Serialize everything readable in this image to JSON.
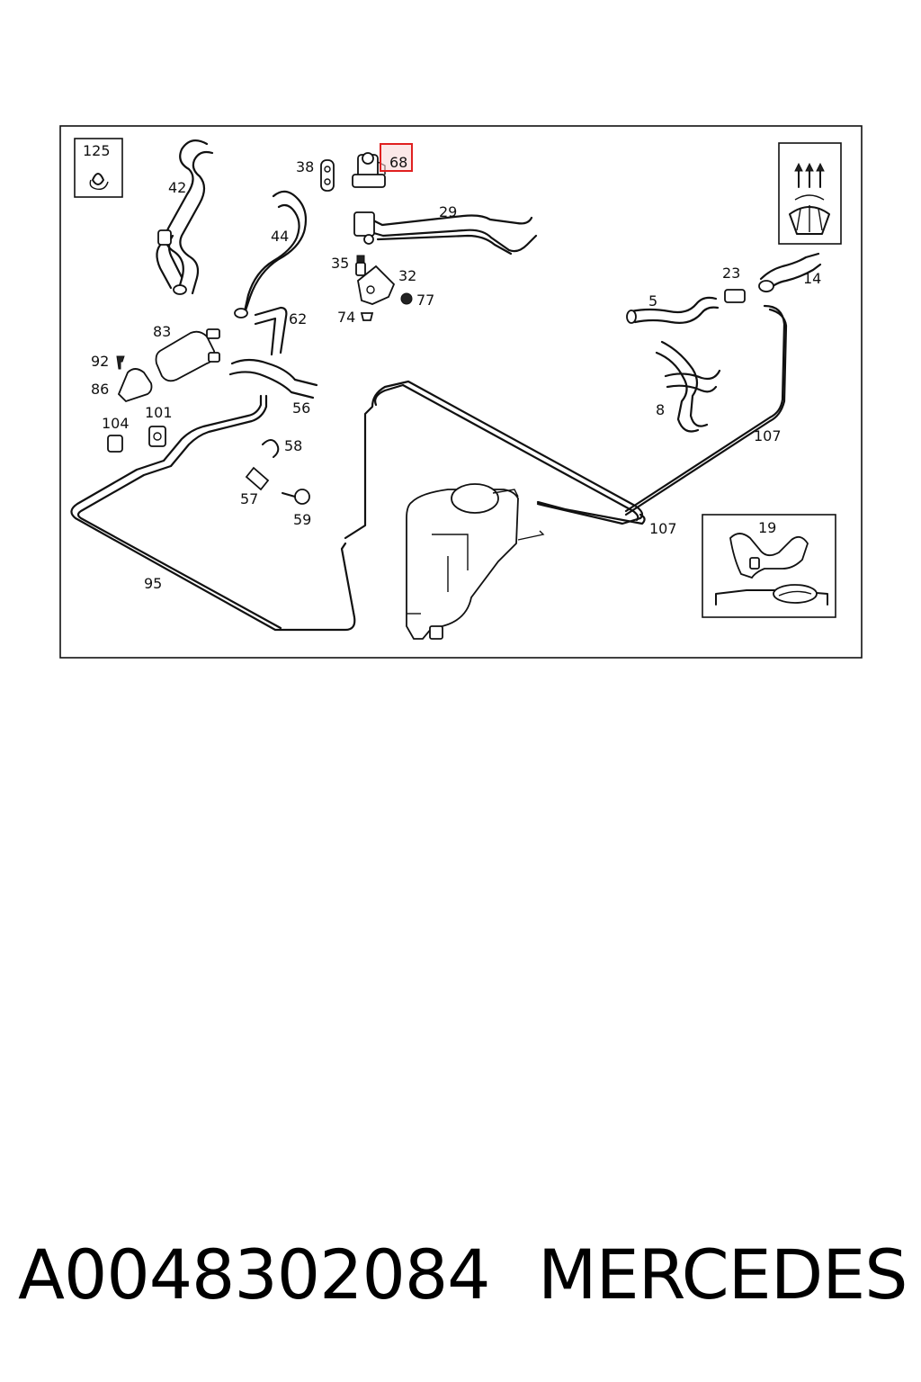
{
  "diagram": {
    "highlighted_part": "68",
    "part_labels": {
      "p125": "125",
      "p42": "42",
      "p38": "38",
      "p68": "68",
      "p29": "29",
      "p44": "44",
      "p35": "35",
      "p32": "32",
      "p77": "77",
      "p74": "74",
      "p62": "62",
      "p83": "83",
      "p92": "92",
      "p86": "86",
      "p56": "56",
      "p104": "104",
      "p101": "101",
      "p58": "58",
      "p57": "57",
      "p59": "59",
      "p95": "95",
      "p23": "23",
      "p14": "14",
      "p5": "5",
      "p8": "8",
      "p107a": "107",
      "p107b": "107",
      "p19": "19"
    },
    "icons": [
      "heater-fan-icon",
      "windshield-defrost-icon"
    ],
    "highlight_color": "#e02020"
  },
  "caption": {
    "part_number": "A0048302084",
    "brand": "MERCEDES"
  }
}
